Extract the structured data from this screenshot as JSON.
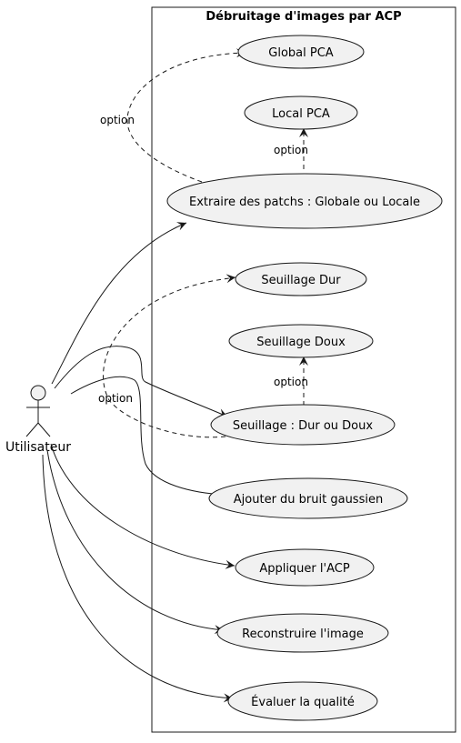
{
  "diagram": {
    "title": "Débruitage d'images par ACP",
    "actor": "Utilisateur",
    "use_cases": {
      "global_pca": "Global PCA",
      "local_pca": "Local PCA",
      "extract": "Extraire des patchs : Globale ou Locale",
      "hard": "Seuillage Dur",
      "soft": "Seuillage Doux",
      "threshold": "Seuillage : Dur ou Doux",
      "noise": "Ajouter du bruit gaussien",
      "acp": "Appliquer l'ACP",
      "rebuild": "Reconstruire l'image",
      "evaluate": "Évaluer la qualité"
    },
    "edge_labels": {
      "option_global": "option",
      "option_local": "option",
      "option_soft": "option",
      "option_hard": "option"
    }
  },
  "colors": {
    "ellipse_fill": "#f1f1f1",
    "stroke": "#181818",
    "background": "#ffffff"
  }
}
